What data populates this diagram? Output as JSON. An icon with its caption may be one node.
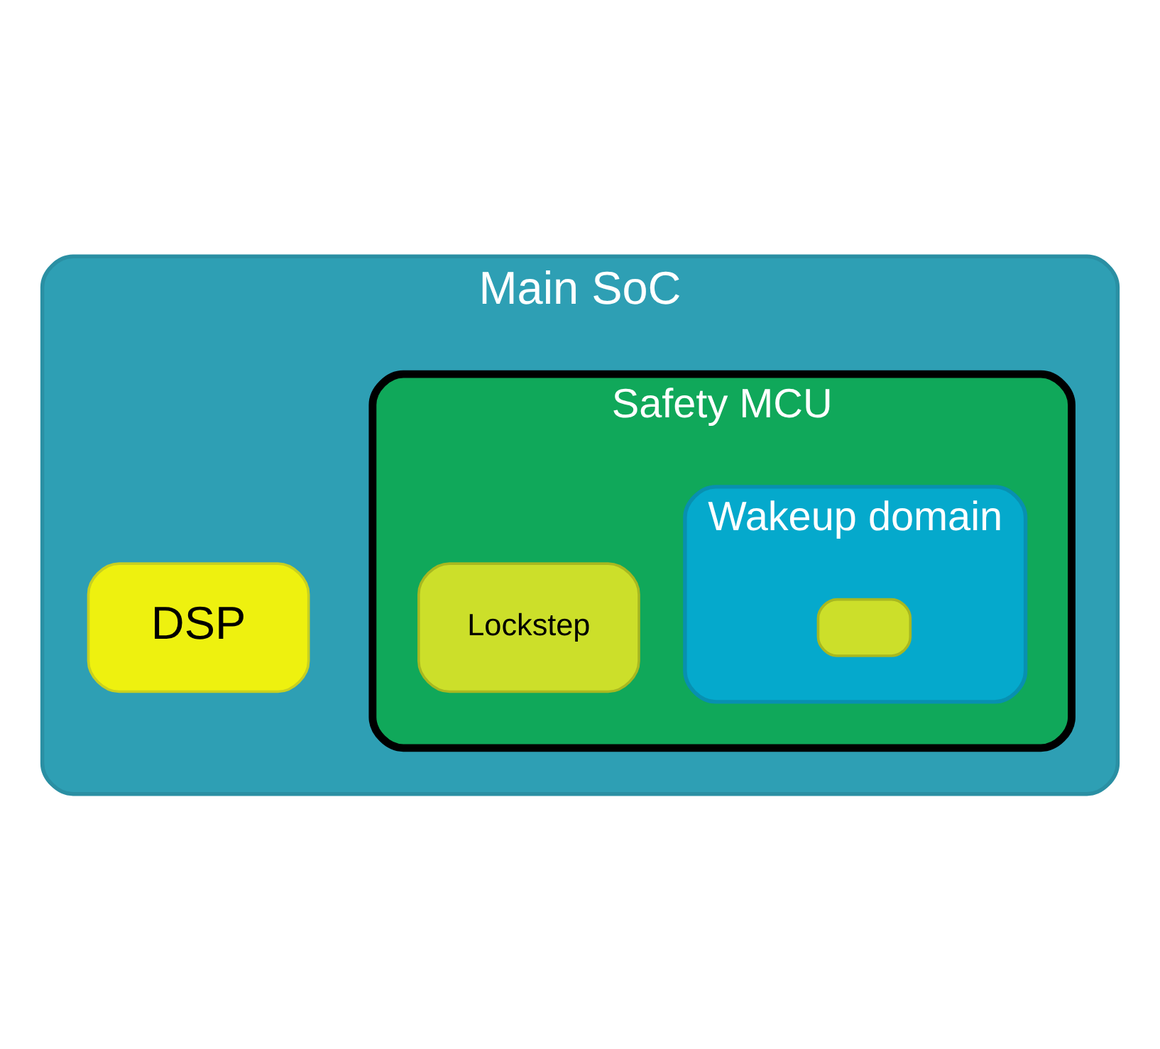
{
  "diagram": {
    "nodes": [
      {
        "text": [
          "Main SoC"
        ]
      },
      {
        "text": [
          "DSP"
        ],
        "in": 0
      },
      {
        "text": [
          "Safety MCU"
        ],
        "in": 0
      },
      {
        "text": [
          "Lockstep"
        ],
        "in": 2
      },
      {
        "text": [
          "Wakeup domain"
        ],
        "in": 2
      },
      {
        "text": [],
        "shape": "box",
        "in": 4
      }
    ]
  }
}
